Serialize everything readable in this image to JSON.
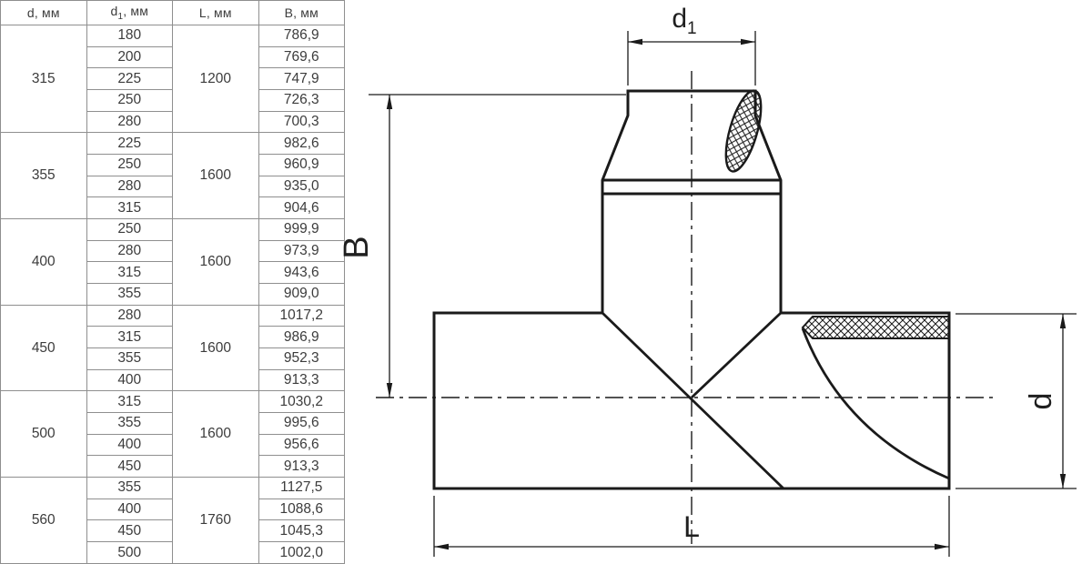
{
  "table": {
    "headers": {
      "d": "d, мм",
      "d1_pre": "d",
      "d1_sub": "1",
      "d1_post": ", мм",
      "L": "L, мм",
      "B": "B, мм"
    },
    "groups": [
      {
        "d": "315",
        "L": "1200",
        "rows": [
          [
            "180",
            "786,9"
          ],
          [
            "200",
            "769,6"
          ],
          [
            "225",
            "747,9"
          ],
          [
            "250",
            "726,3"
          ],
          [
            "280",
            "700,3"
          ]
        ]
      },
      {
        "d": "355",
        "L": "1600",
        "rows": [
          [
            "225",
            "982,6"
          ],
          [
            "250",
            "960,9"
          ],
          [
            "280",
            "935,0"
          ],
          [
            "315",
            "904,6"
          ]
        ]
      },
      {
        "d": "400",
        "L": "1600",
        "rows": [
          [
            "250",
            "999,9"
          ],
          [
            "280",
            "973,9"
          ],
          [
            "315",
            "943,6"
          ],
          [
            "355",
            "909,0"
          ]
        ]
      },
      {
        "d": "450",
        "L": "1600",
        "rows": [
          [
            "280",
            "1017,2"
          ],
          [
            "315",
            "986,9"
          ],
          [
            "355",
            "952,3"
          ],
          [
            "400",
            "913,3"
          ]
        ]
      },
      {
        "d": "500",
        "L": "1600",
        "rows": [
          [
            "315",
            "1030,2"
          ],
          [
            "355",
            "995,6"
          ],
          [
            "400",
            "956,6"
          ],
          [
            "450",
            "913,3"
          ]
        ]
      },
      {
        "d": "560",
        "L": "1760",
        "rows": [
          [
            "355",
            "1127,5"
          ],
          [
            "400",
            "1088,6"
          ],
          [
            "450",
            "1045,3"
          ],
          [
            "500",
            "1002,0"
          ]
        ]
      }
    ],
    "border_color": "#8f8f8f",
    "text_color": "#3c3c3c"
  },
  "drawing": {
    "labels": {
      "d1_main": "d",
      "d1_sub": "1",
      "B": "B",
      "L": "L",
      "d": "d"
    },
    "line_color": "#1a1a1a"
  }
}
